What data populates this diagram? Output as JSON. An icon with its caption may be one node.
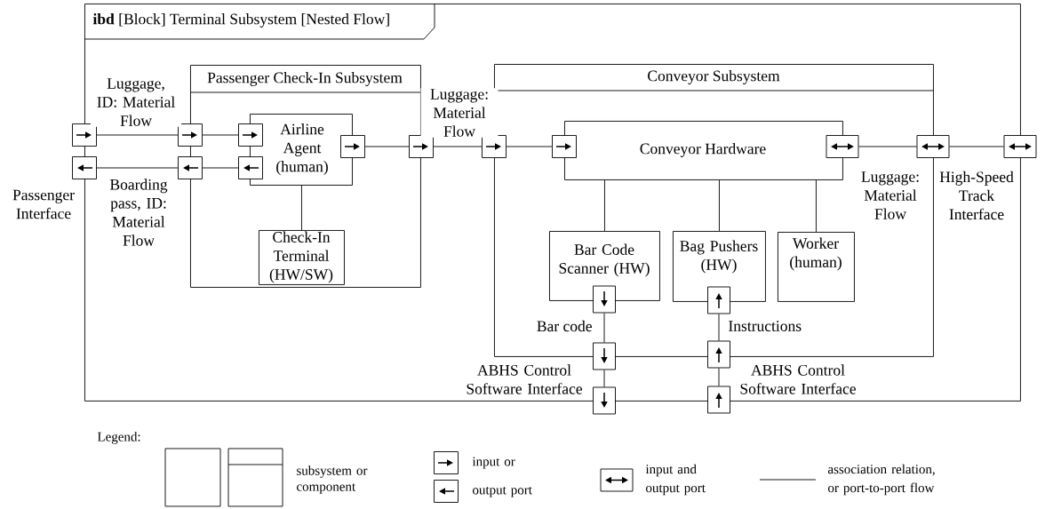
{
  "diagram": {
    "nodes": [
      {
        "text": [
          "**ibd** [Block] Terminal Subsystem [Nested Flow]"
        ]
      },
      {
        "text": [
          "Passenger Check-In Subsystem"
        ],
        "in": 0
      },
      {
        "text": [
          "Airline Agent (human)"
        ],
        "in": 1
      },
      {
        "text": [
          "Check-In Terminal (HW/SW)"
        ],
        "in": 1
      },
      {
        "text": [
          "Conveyor Subsystem"
        ],
        "in": 0
      },
      {
        "text": [
          "Conveyor Hardware"
        ],
        "in": 4
      },
      {
        "text": [
          "Bar Code Scanner (HW)"
        ],
        "in": 4
      },
      {
        "text": [
          "Bag Pushers (HW)"
        ],
        "in": 4
      },
      {
        "text": [
          "Worker (human)"
        ],
        "in": 4
      },
      {
        "text": [],
        "shape": "box"
      },
      {
        "text": [],
        "shape": "box",
        "beside": [
          "Passenger Interface"
        ]
      },
      {
        "text": [],
        "shape": "box",
        "in": 0
      },
      {
        "text": [],
        "shape": "box",
        "in": 0
      },
      {
        "text": [],
        "shape": "box",
        "in": 1
      },
      {
        "text": [],
        "shape": "box",
        "in": 1
      },
      {
        "text": [],
        "shape": "box",
        "in": 1
      },
      {
        "text": [],
        "shape": "box",
        "in": 0
      },
      {
        "text": [],
        "shape": "box",
        "in": 0
      },
      {
        "text": [],
        "shape": "box",
        "in": 4
      },
      {
        "text": [],
        "shape": "box",
        "in": 4
      },
      {
        "text": [],
        "shape": "box",
        "in": 0
      },
      {
        "text": [],
        "shape": "box",
        "beside": [
          "High-Speed Track Interface"
        ]
      },
      {
        "text": [],
        "shape": "box",
        "in": 4
      },
      {
        "text": [],
        "shape": "box",
        "in": 0
      },
      {
        "text": [],
        "shape": "box",
        "beside": [
          "ABHS Control Software Interface"
        ]
      },
      {
        "text": [],
        "shape": "box",
        "in": 4
      },
      {
        "text": [],
        "shape": "box",
        "in": 0
      },
      {
        "text": [],
        "shape": "box",
        "beside": [
          "ABHS Control Software Interface"
        ]
      }
    ],
    "edges": [
      {
        "from": 9,
        "to": 11,
        "arrow": "none",
        "label": "Luggage, ID: Material Flow"
      },
      {
        "from": 10,
        "to": 12,
        "arrow": "none",
        "label": "Boarding pass, ID: Material Flow"
      },
      {
        "from": 11,
        "to": 13,
        "arrow": "none"
      },
      {
        "from": 12,
        "to": 14,
        "arrow": "none"
      },
      {
        "from": 15,
        "to": 16,
        "arrow": "none"
      },
      {
        "from": 16,
        "to": 17,
        "arrow": "none",
        "label": "Luggage: Material Flow"
      },
      {
        "from": 17,
        "to": 18,
        "arrow": "none"
      },
      {
        "from": 19,
        "to": 20,
        "arrow": "none",
        "label": "Luggage: Material Flow"
      },
      {
        "from": 20,
        "to": 21,
        "arrow": "none"
      },
      {
        "from": 2,
        "to": 3,
        "arrow": "none"
      },
      {
        "from": 5,
        "to": 6,
        "arrow": "none"
      },
      {
        "from": 5,
        "to": 7,
        "arrow": "none"
      },
      {
        "from": 5,
        "to": 8,
        "arrow": "none"
      },
      {
        "from": 22,
        "to": 23,
        "arrow": "none",
        "label": "Bar code"
      },
      {
        "from": 23,
        "to": 24,
        "arrow": "none"
      },
      {
        "from": 27,
        "to": 26,
        "arrow": "none"
      },
      {
        "from": 26,
        "to": 25,
        "arrow": "none",
        "label": "Instructions"
      }
    ],
    "labels": [
      "Legend:"
    ],
    "legend": [
      {
        "text": "subsystem or component"
      },
      {
        "text": "input or output port"
      },
      {
        "text": "input and output port"
      },
      {
        "text": "association relation, or port-to-port flow"
      }
    ]
  }
}
